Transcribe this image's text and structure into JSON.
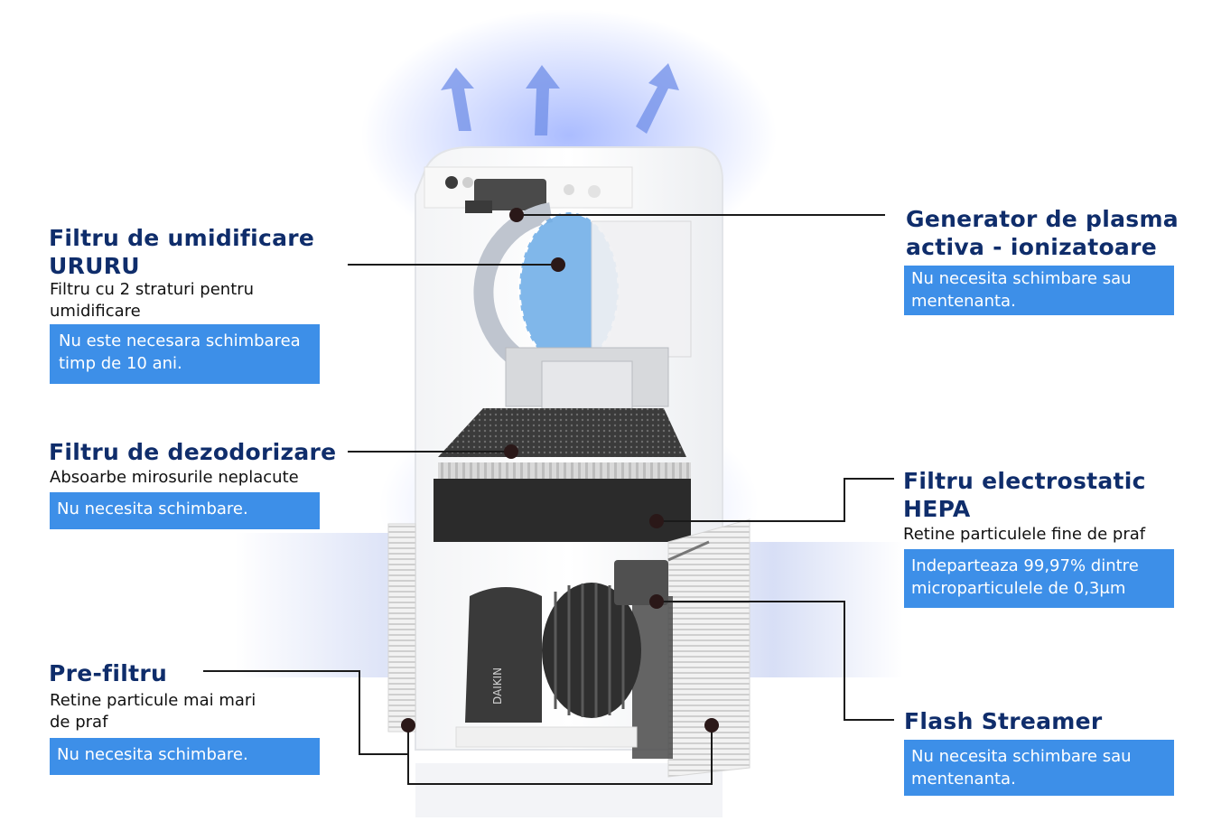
{
  "colors": {
    "title": "#0f2d6b",
    "note_background": "#3d8fe8",
    "note_text": "#ffffff",
    "airflow": "#8fa6ff",
    "leader_line": "#1a1a1a"
  },
  "callouts": {
    "humidifier": {
      "title": "Filtru de umidificare URURU",
      "subtitle": "Filtru cu 2 straturi pentru umidificare",
      "note": "Nu este necesara schimbarea timp de 10 ani."
    },
    "deodorizer": {
      "title": "Filtru de dezodorizare",
      "subtitle": "Absoarbe mirosurile neplacute",
      "note": "Nu necesita schimbare."
    },
    "prefilter": {
      "title": "Pre-filtru",
      "subtitle": "Retine particule mai mari de praf",
      "note": "Nu necesita schimbare."
    },
    "plasma": {
      "title": "Generator de plasma activa - ionizatoare",
      "note": "Nu necesita schimbare sau mentenanta."
    },
    "hepa": {
      "title": "Filtru electrostatic HEPA",
      "subtitle": "Retine particulele fine de praf",
      "note": "Indeparteaza 99,97% dintre microparticulele de 0,3μm"
    },
    "streamer": {
      "title": "Flash Streamer",
      "note": "Nu necesita schimbare sau mentenanta."
    }
  },
  "brand_mark": "DAIKIN"
}
